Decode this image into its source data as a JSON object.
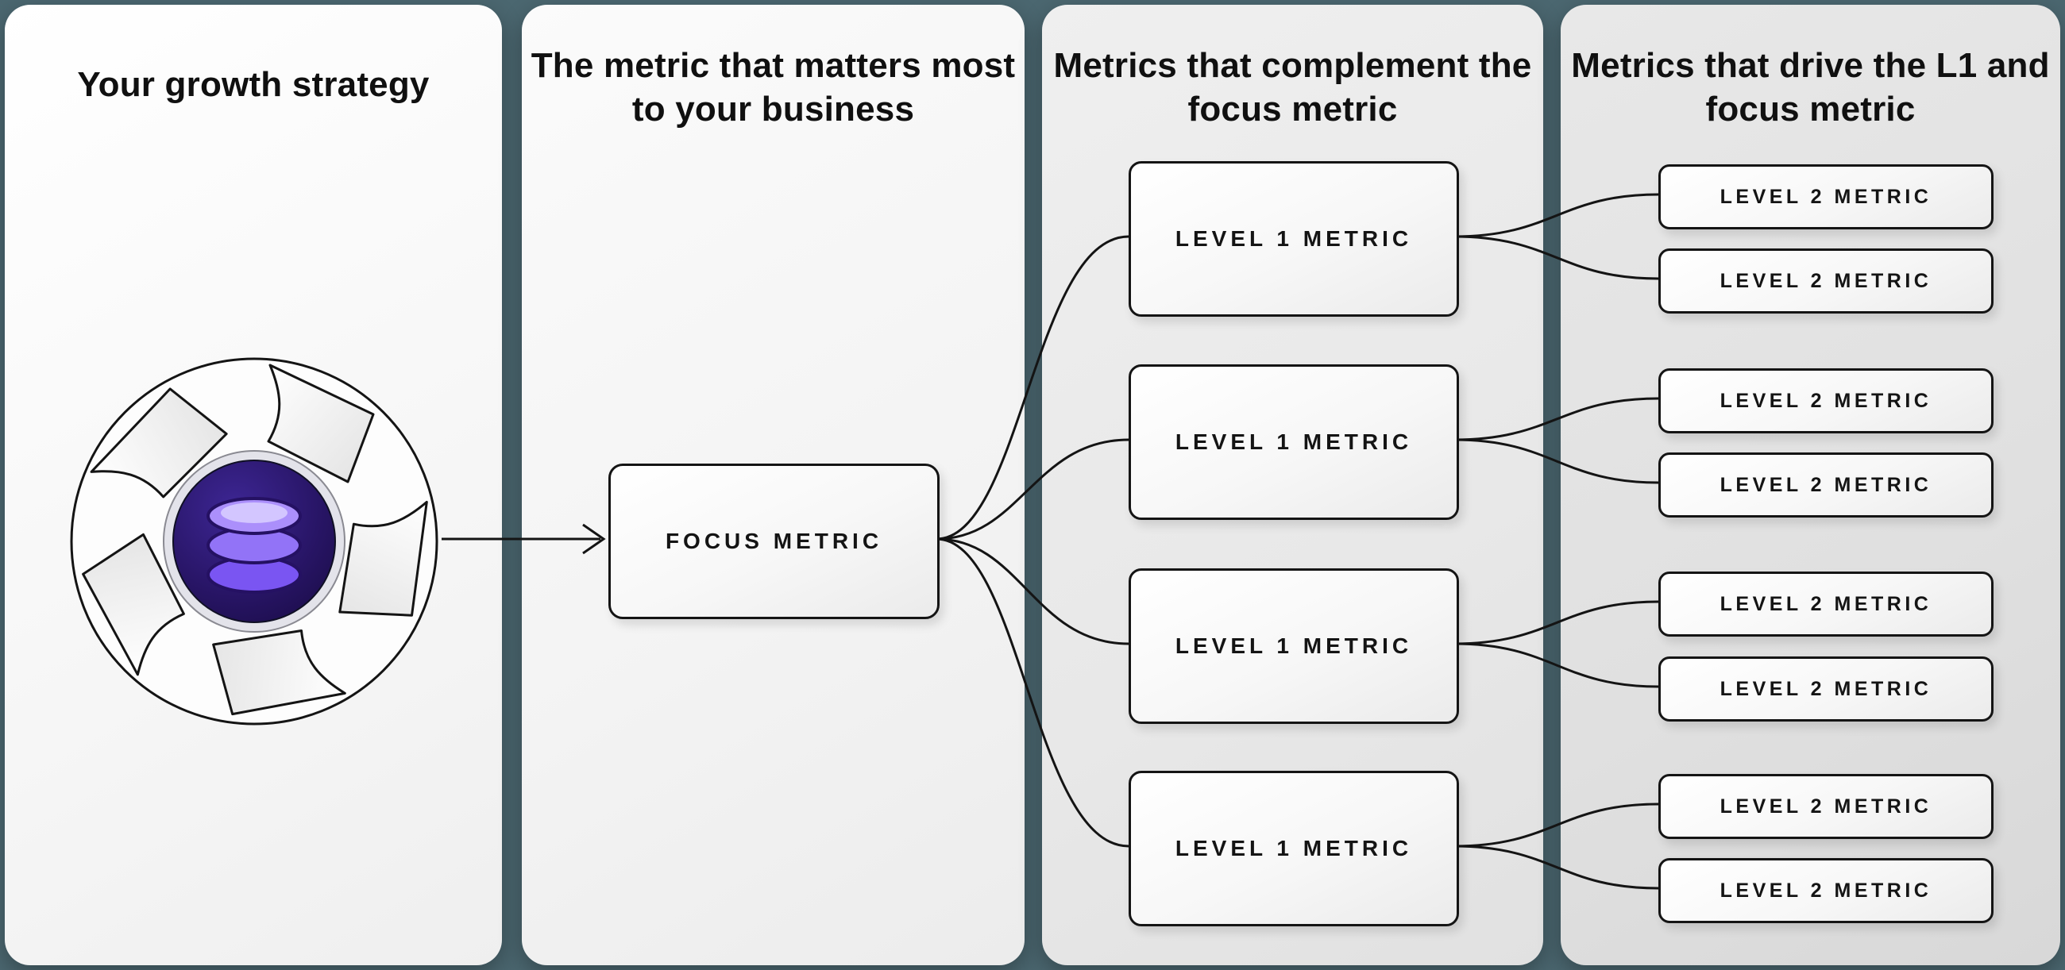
{
  "diagram": {
    "background_color": "#4b6770",
    "connector_color": "#141414"
  },
  "panels": [
    {
      "title": "Your growth strategy"
    },
    {
      "title": "The metric that matters most to your business"
    },
    {
      "title": "Metrics that complement the focus metric"
    },
    {
      "title": "Metrics that drive the L1 and focus metric"
    }
  ],
  "nodes": {
    "focus": {
      "label": "FOCUS METRIC"
    },
    "level1": [
      {
        "label": "LEVEL 1 METRIC"
      },
      {
        "label": "LEVEL 1 METRIC"
      },
      {
        "label": "LEVEL 1 METRIC"
      },
      {
        "label": "LEVEL 1 METRIC"
      }
    ],
    "level2": [
      {
        "label": "LEVEL 2 METRIC"
      },
      {
        "label": "LEVEL 2 METRIC"
      },
      {
        "label": "LEVEL 2 METRIC"
      },
      {
        "label": "LEVEL 2 METRIC"
      },
      {
        "label": "LEVEL 2 METRIC"
      },
      {
        "label": "LEVEL 2 METRIC"
      },
      {
        "label": "LEVEL 2 METRIC"
      },
      {
        "label": "LEVEL 2 METRIC"
      }
    ]
  },
  "icons": {
    "flywheel": "growth-flywheel-icon",
    "database": "database-icon",
    "arrow": "right-arrow-icon"
  },
  "colors": {
    "background": "#4b6770",
    "connector": "#141414",
    "box_border": "#141414",
    "database_purple": "#9273f7",
    "database_disc_dark": "#221059"
  }
}
